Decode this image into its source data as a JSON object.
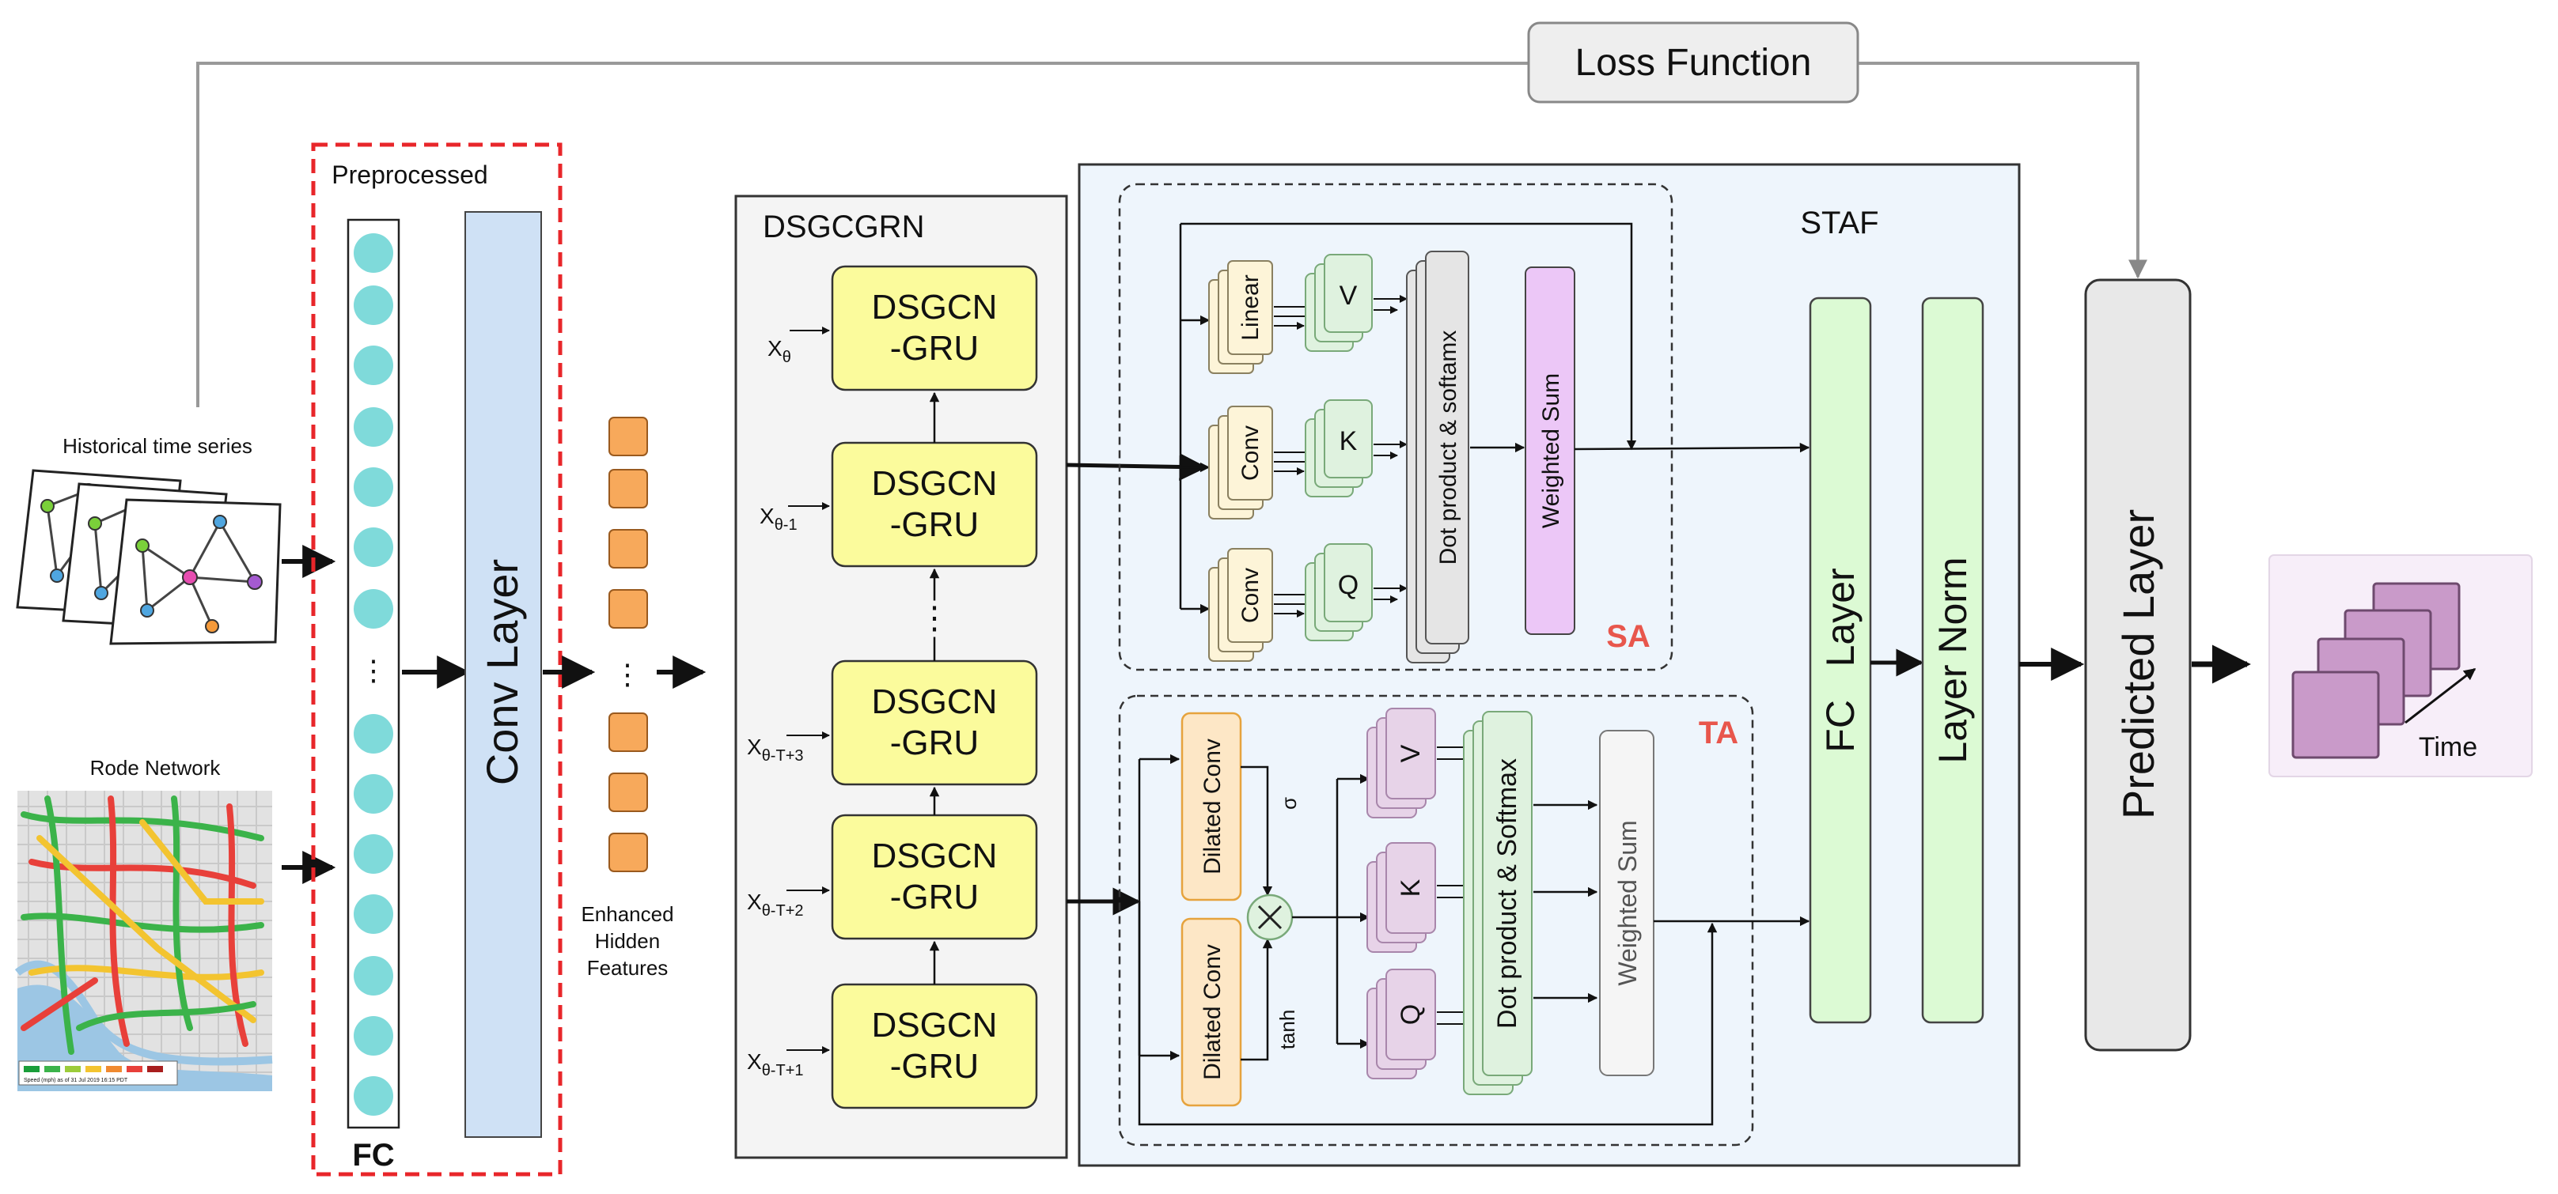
{
  "loss_function": "Loss Function",
  "preprocessed": "Preprocessed",
  "fc_label": "FC",
  "conv_layer": "Conv Layer",
  "historical_time_series": "Historical time series",
  "road_network": "Rode Network",
  "enhanced_hidden_features": [
    "Enhanced",
    "Hidden",
    "Features"
  ],
  "dsgcgrn": "DSGCGRN",
  "gru_cell": [
    "DSGCN",
    "-GRU"
  ],
  "inputs": {
    "x1": {
      "base": "X",
      "sub": "θ"
    },
    "x2": {
      "base": "X",
      "sub": "θ-1"
    },
    "x3": {
      "base": "X",
      "sub": "θ-T+3"
    },
    "x4": {
      "base": "X",
      "sub": "θ-T+2"
    },
    "x5": {
      "base": "X",
      "sub": "θ-T+1"
    }
  },
  "staf": "STAF",
  "sa": {
    "label": "SA",
    "linear": "Linear",
    "conv": "Conv",
    "v": "V",
    "k": "K",
    "q": "Q",
    "dot": "Dot product & softamx",
    "weighted_sum": "Weighted Sum"
  },
  "ta": {
    "label": "TA",
    "dilated_conv": "Dilated Conv",
    "sigma": "σ",
    "tanh": "tanh",
    "v": "V",
    "k": "K",
    "q": "Q",
    "dot": "Dot product & Softmax",
    "weighted_sum": "Weighted Sum"
  },
  "fc_layer": "FC   Layer",
  "layer_norm": "Layer Norm",
  "predicted_layer": "Predicted Layer",
  "time": "Time",
  "map_legend": "Speed (mph) as of 31 Jul 2019 16:15 PDT",
  "colors": {
    "red_dash": "#e8262a",
    "conv_blue": "#cfe1f5",
    "staf_bg": "#eef5fc",
    "dsgcgrn_bg": "#f4f4f4",
    "gru_yellow": "#fbfb9c",
    "fc_green": "#dcfad4",
    "ws_purple": "#ecc7f7",
    "sa_ta_red": "#e8564c"
  }
}
